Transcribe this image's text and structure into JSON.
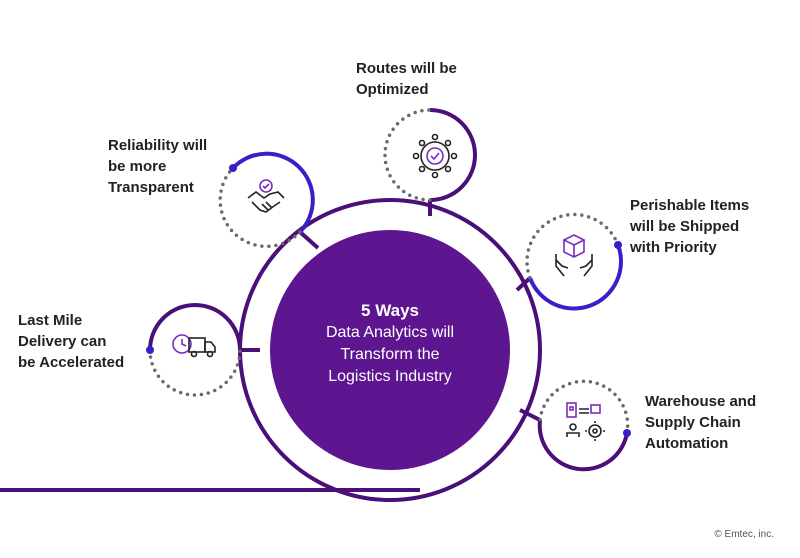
{
  "colors": {
    "purple": "#5e1690",
    "dark_purple": "#4a0f78",
    "accent_blue": "#3a1ec8",
    "dots": "#6a6a6a",
    "icon_accent": "#7b2cbf",
    "text": "#222222"
  },
  "center": {
    "title": "5 Ways",
    "lines": [
      "Data Analytics will",
      "Transform the",
      "Logistics Industry"
    ]
  },
  "items": [
    {
      "id": "last-mile",
      "icon": "truck-clock-icon",
      "lines": [
        "Last Mile",
        "Delivery can",
        "be Accelerated"
      ]
    },
    {
      "id": "reliability",
      "icon": "handshake-check-icon",
      "lines": [
        "Reliability will",
        "be more",
        "Transparent"
      ]
    },
    {
      "id": "routes",
      "icon": "route-network-icon",
      "lines": [
        "Routes will be",
        "Optimized"
      ]
    },
    {
      "id": "perishable",
      "icon": "hands-box-icon",
      "lines": [
        "Perishable Items",
        "will be Shipped",
        "with Priority"
      ]
    },
    {
      "id": "warehouse",
      "icon": "warehouse-automation-icon",
      "lines": [
        "Warehouse and",
        "Supply Chain",
        "Automation"
      ]
    }
  ],
  "copyright": "© Emtec, inc."
}
